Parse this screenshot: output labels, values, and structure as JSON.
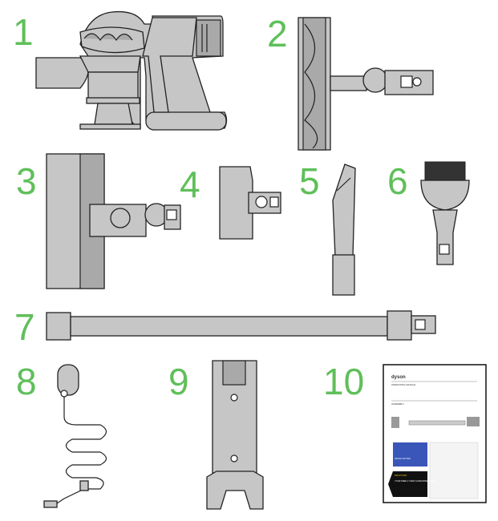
{
  "title": "Dyson handheld vacuum parts",
  "colors": {
    "label_green": "#5fbf5a",
    "part_gray": "#c6c6c6",
    "outline": "#222222"
  },
  "parts": [
    {
      "number": "1"
    },
    {
      "number": "2"
    },
    {
      "number": "3"
    },
    {
      "number": "4"
    },
    {
      "number": "5"
    },
    {
      "number": "6"
    },
    {
      "number": "7"
    },
    {
      "number": "8"
    },
    {
      "number": "9"
    },
    {
      "number": "10"
    }
  ],
  "manual": {
    "brand": "dyson",
    "subtitle": "OPERATING MANUAL",
    "section": "ASSEMBLY",
    "filter_panel": "WASH FILTER",
    "register_badge": "REGISTER",
    "register_text": "YOUR FREE 2 YEAR GUARANTEE TODAY"
  }
}
